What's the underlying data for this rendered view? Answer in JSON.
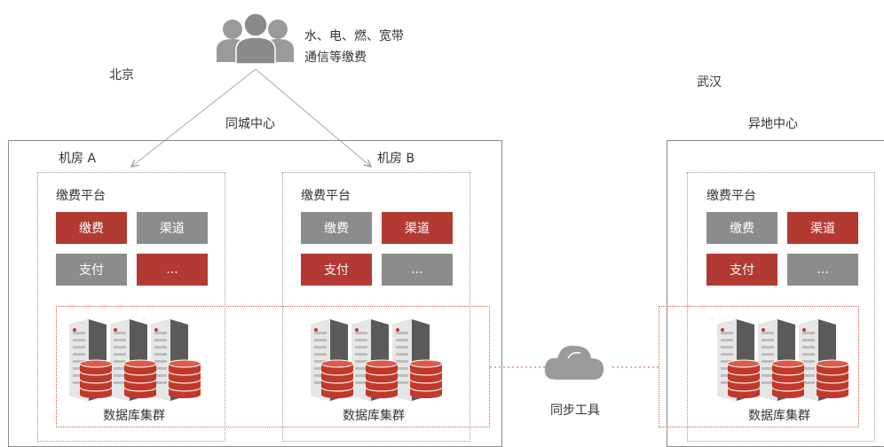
{
  "users": {
    "line1": "水、电、燃、宽带",
    "line2": "通信等缴费",
    "icon": "users-icon"
  },
  "cities": {
    "beijing": "北京",
    "wuhan": "武汉"
  },
  "centers": {
    "same_city": "同城中心",
    "remote": "异地中心"
  },
  "rooms": {
    "a": "机房 A",
    "b": "机房 B"
  },
  "platforms": {
    "a": {
      "title": "缴费平台",
      "modules": [
        "缴费",
        "渠道",
        "支付",
        "..."
      ],
      "colors": [
        "red",
        "gray",
        "gray",
        "red"
      ]
    },
    "b": {
      "title": "缴费平台",
      "modules": [
        "缴费",
        "渠道",
        "支付",
        "..."
      ],
      "colors": [
        "gray",
        "red",
        "red",
        "gray"
      ]
    },
    "c": {
      "title": "缴费平台",
      "modules": [
        "缴费",
        "渠道",
        "支付",
        "..."
      ],
      "colors": [
        "gray",
        "red",
        "red",
        "gray"
      ]
    }
  },
  "cluster_label": "数据库集群",
  "sync_tool": "同步工具",
  "colors": {
    "accent": "#b23a33",
    "module_gray": "#8c8c8c",
    "cluster_border": "#d9573a"
  }
}
